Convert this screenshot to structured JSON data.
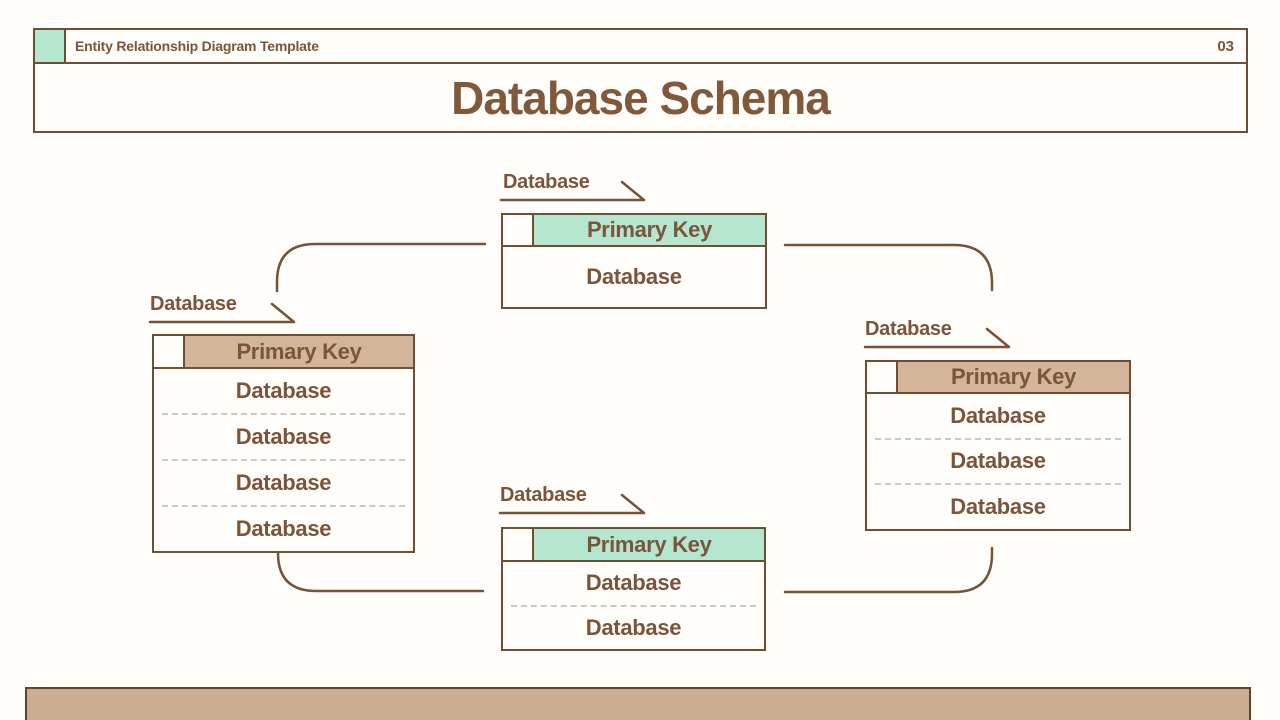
{
  "page": {
    "header_label": "Entity Relationship Diagram Template",
    "page_number": "03",
    "title": "Database Schema"
  },
  "colors": {
    "brown_text": "#7a553a",
    "brown_border": "#6f4e33",
    "teal_fill": "#b5e6d0",
    "tan_fill": "#d3b59b",
    "bottom_bar_fill": "#c9ae94",
    "background": "#fffdf9",
    "divider_gray": "#c9c9c9"
  },
  "tables": {
    "top": {
      "label": "Database",
      "header": "Primary Key",
      "header_fill": "#b5e6d0",
      "rows": [
        "Database"
      ]
    },
    "left": {
      "label": "Database",
      "header": "Primary Key",
      "header_fill": "#d3b59b",
      "rows": [
        "Database",
        "Database",
        "Database",
        "Database"
      ]
    },
    "right": {
      "label": "Database",
      "header": "Primary Key",
      "header_fill": "#d3b59b",
      "rows": [
        "Database",
        "Database",
        "Database"
      ]
    },
    "bottom": {
      "label": "Database",
      "header": "Primary Key",
      "header_fill": "#b5e6d0",
      "rows": [
        "Database",
        "Database"
      ]
    }
  }
}
